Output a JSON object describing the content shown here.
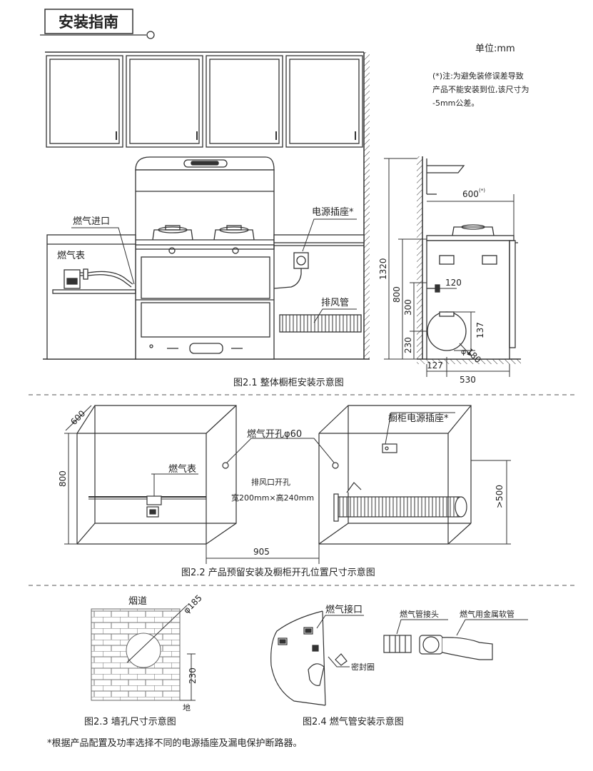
{
  "section_title": "安装指南",
  "unit": "单位:mm",
  "note": [
    "(*)注:为避免装修误差导致",
    "产品不能安装到位,该尺寸为",
    "-5mm公差。"
  ],
  "fig1": {
    "caption": "图2.1 整体橱柜安装示意图",
    "gas_inlet": "燃气进口",
    "gas_meter": "燃气表",
    "power_socket": "电源插座*",
    "exhaust_pipe": "排风管",
    "dim_600": "600",
    "dim_600_sup": "(*)",
    "dim_1320": "1320",
    "dim_800": "800",
    "dim_300": "300",
    "dim_230": "230",
    "dim_120": "120",
    "dim_137": "137",
    "dim_180": "180",
    "dim_phi": "φ",
    "dim_127": "127",
    "dim_530": "530"
  },
  "fig2": {
    "caption": "图2.2 产品预留安装及橱柜开孔位置尺寸示意图",
    "dim_600": "600",
    "dim_800": "800",
    "gas_hole": "燃气开孔φ60",
    "gas_meter": "燃气表",
    "cabinet_socket": "橱柜电源插座*",
    "exhaust_hole": "排风口开孔",
    "exhaust_size": "宽200mm×高240mm",
    "dim_gt500": ">500",
    "dim_905": "905"
  },
  "fig3": {
    "caption": "图2.3 墙孔尺寸示意图",
    "flue": "烟道",
    "dim_185": "φ185",
    "dim_230": "230",
    "ground": "地"
  },
  "fig4": {
    "caption": "图2.4 燃气管安装示意图",
    "gas_port": "燃气接口",
    "seal_ring": "密封圈",
    "pipe_joint": "燃气管接头",
    "metal_hose": "燃气用金属软管"
  },
  "footnote": "*根据产品配置及功率选择不同的电源插座及漏电保护断路器。"
}
